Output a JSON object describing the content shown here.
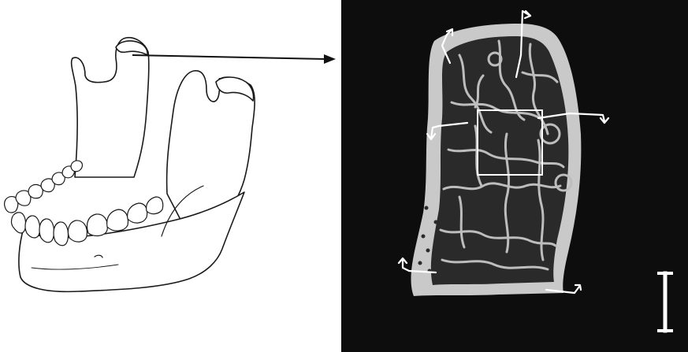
{
  "colors": {
    "background": "#ffffff",
    "line_art": "#1a1a1a",
    "ct_background": "#0d0d0d",
    "bone_cortex": "#c9c9c9",
    "bone_marrow": "#2a2a2a",
    "annotation": "#ffffff"
  },
  "figure": {
    "left_panel": "mandible-line-drawing",
    "right_panel": "condyle-micro-ct-section",
    "connector": "arrow-from-condyle-to-section",
    "roi_box": true,
    "orientation_arrows": 6,
    "scale_bar": true
  }
}
